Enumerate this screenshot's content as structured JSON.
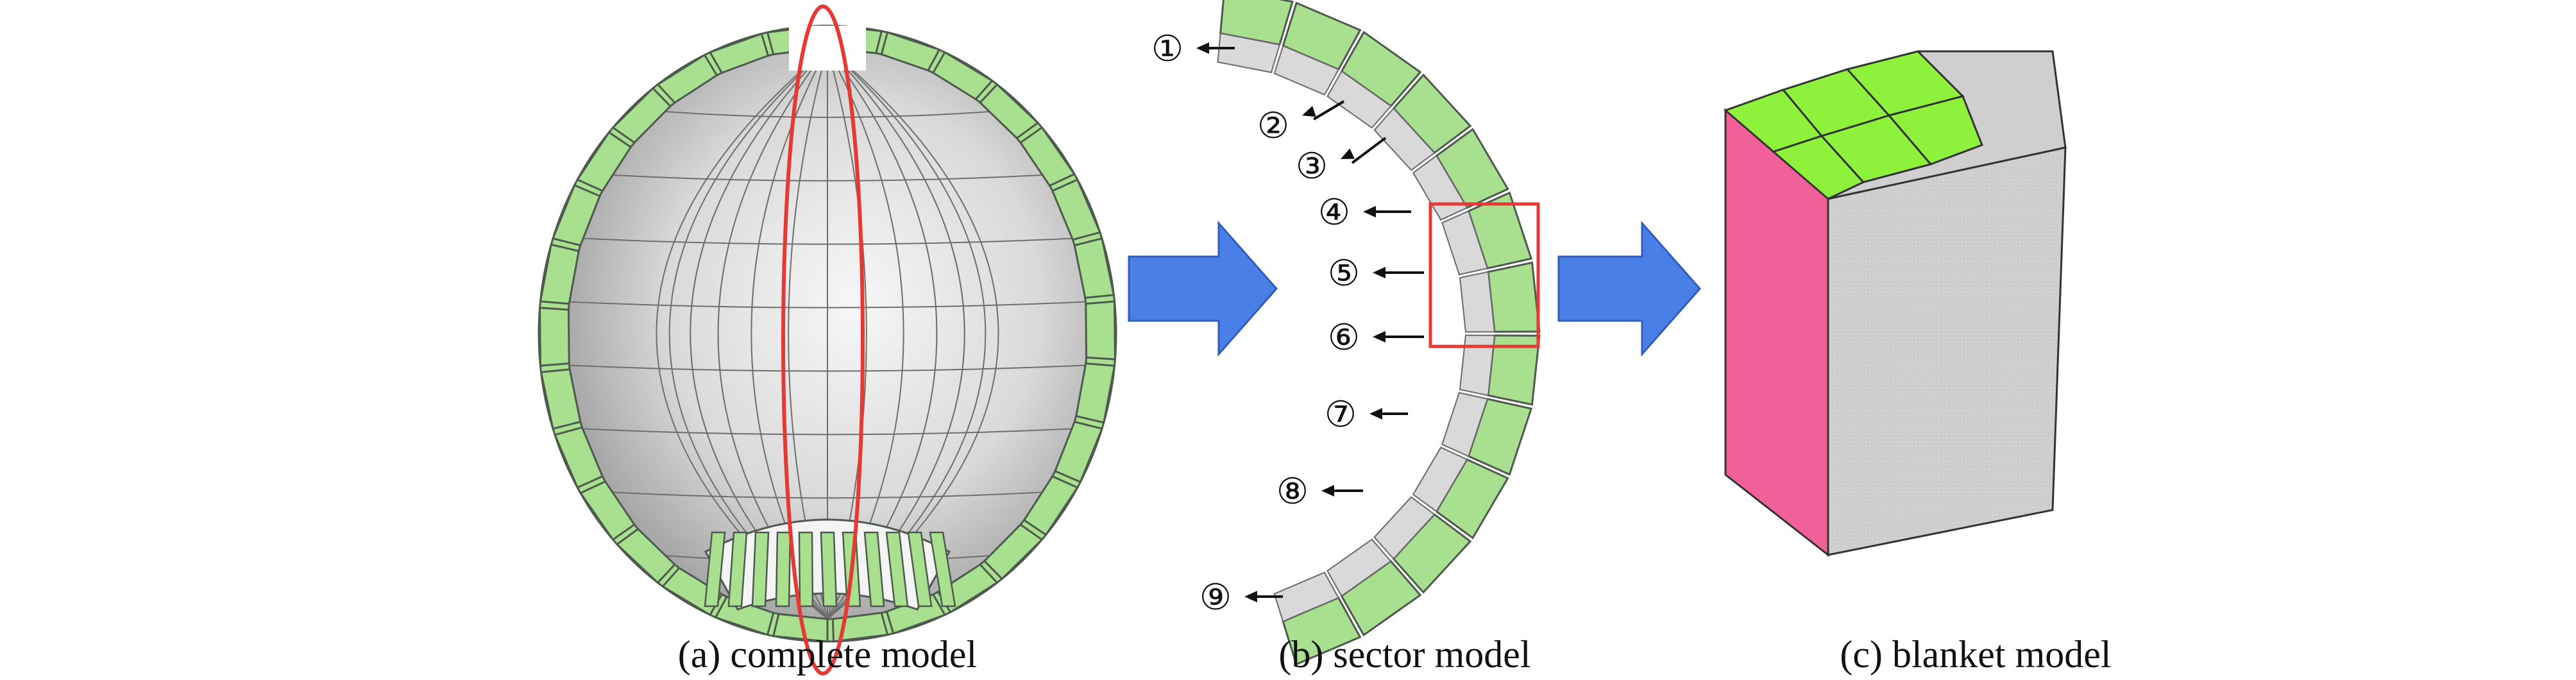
{
  "panels": [
    {
      "caption": "(a) complete model"
    },
    {
      "caption": "(b) sector model"
    },
    {
      "caption": "(c) blanket model"
    }
  ],
  "sector_labels": [
    "①",
    "②",
    "③",
    "④",
    "⑤",
    "⑥",
    "⑦",
    "⑧",
    "⑨"
  ],
  "colors": {
    "blanket_green": "#a8e090",
    "blanket_green_dark": "#6e9a63",
    "inner_grey": "#d9d9d9",
    "highlight_red": "#e53935",
    "arrow_blue": "#4a7fe8",
    "face_pink": "#f2609a",
    "face_lime": "#8ef23c",
    "face_grey": "#cfcfcf"
  },
  "icons": [
    "right-arrow-icon",
    "right-arrow-icon"
  ]
}
